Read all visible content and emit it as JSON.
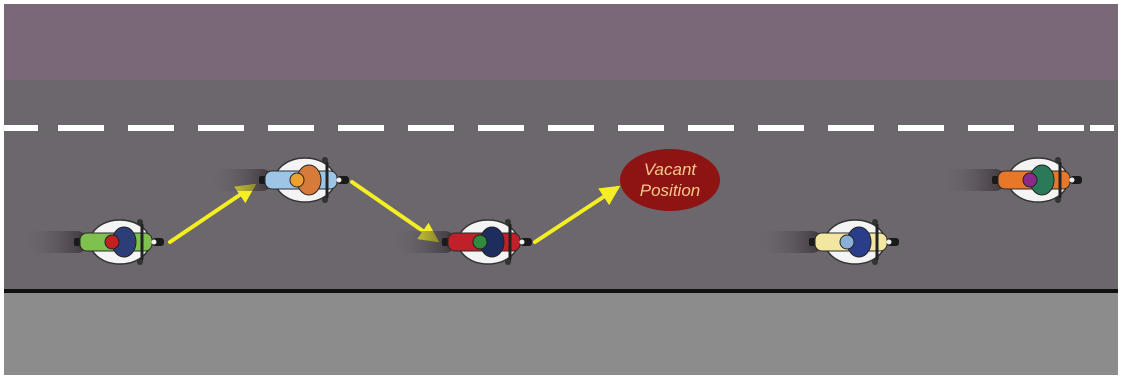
{
  "diagram": {
    "vacant_label_line1": "Vacant",
    "vacant_label_line2": "Position"
  },
  "colors": {
    "page_background": "#ffffff",
    "sky_band": "#7a6878",
    "road": "#6c666d",
    "lane_dash": "#ffffff",
    "edge_line": "#111111",
    "sidewalk": "#8c8c8c",
    "arrow": "#f4ef22",
    "vacant_fill": "#8e1414",
    "vacant_text": "#f3c98a"
  },
  "motorcycles": [
    {
      "id": "moto-1",
      "body_color": "#7ec14e",
      "rider_color": "#2b3e78",
      "helmet_color": "#c02020"
    },
    {
      "id": "moto-2",
      "body_color": "#9cc5e6",
      "rider_color": "#d67b3a",
      "helmet_color": "#f0a030"
    },
    {
      "id": "moto-3",
      "body_color": "#c0202a",
      "rider_color": "#1d2d5e",
      "helmet_color": "#2f8a3e"
    },
    {
      "id": "moto-4",
      "body_color": "#f3e6a0",
      "rider_color": "#2a3d8a",
      "helmet_color": "#8ab0d8"
    },
    {
      "id": "moto-5",
      "body_color": "#e8772a",
      "rider_color": "#2a7a5a",
      "helmet_color": "#8a2a8a"
    }
  ]
}
